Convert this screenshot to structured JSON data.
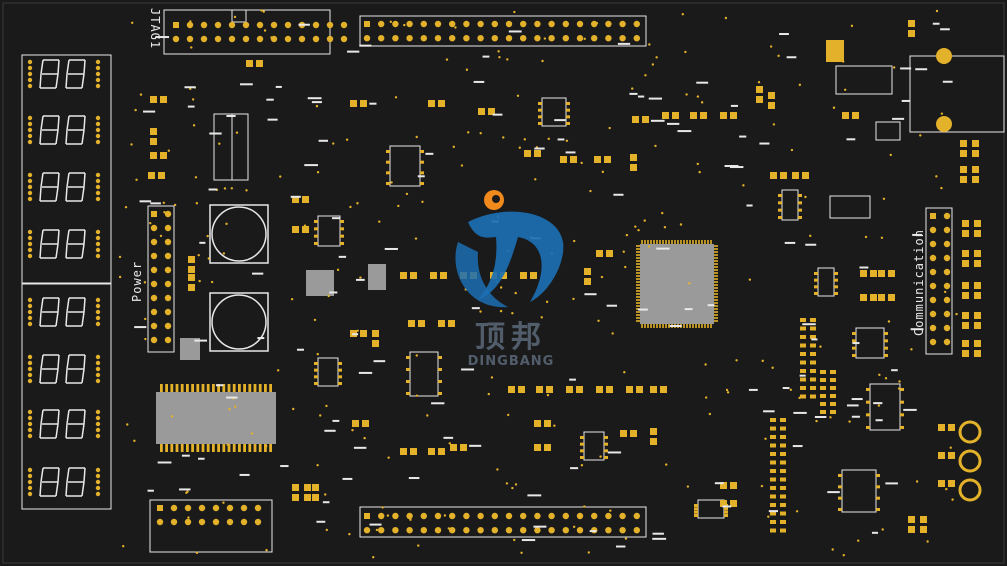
{
  "board": {
    "colors": {
      "background": "#ffffff",
      "board": "#1a1a1a",
      "pad": "#e3b12a",
      "silkscreen": "#e8e8e8",
      "chip": "#9a9a9a",
      "logo_blue": "#1c6fb3",
      "logo_orange": "#f08a1c"
    },
    "labels": {
      "jtag": "JTAG1",
      "power": "Power",
      "communication": "Communication"
    },
    "logo": {
      "chinese": "顶邦",
      "english": "DINGBANG"
    }
  }
}
